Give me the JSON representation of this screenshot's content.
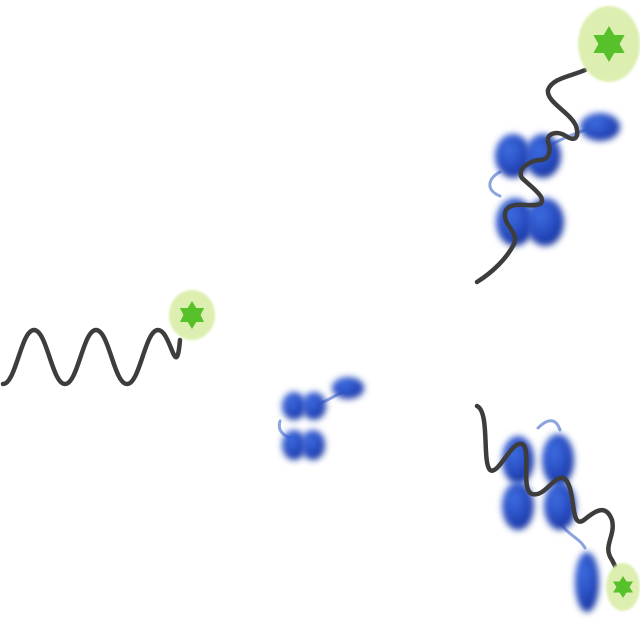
{
  "figure": {
    "background": "#ffffff",
    "colors": {
      "dna_strand": "#3d3d3d",
      "protein_domain": "#2a4fc4",
      "protein_domain_dark": "#15319a",
      "linker": "#6f8fd8",
      "fluorophore_halo": "#ddefb0",
      "fluorophore_star": "#56c12a"
    },
    "panels": [
      {
        "id": "free-labeled-strand",
        "icon": "six-point-star-icon"
      },
      {
        "id": "free-protein",
        "icon": "protein-domain-icon"
      },
      {
        "id": "complex-top",
        "icon": "six-point-star-icon"
      },
      {
        "id": "complex-bottom",
        "icon": "six-point-star-icon"
      }
    ]
  }
}
